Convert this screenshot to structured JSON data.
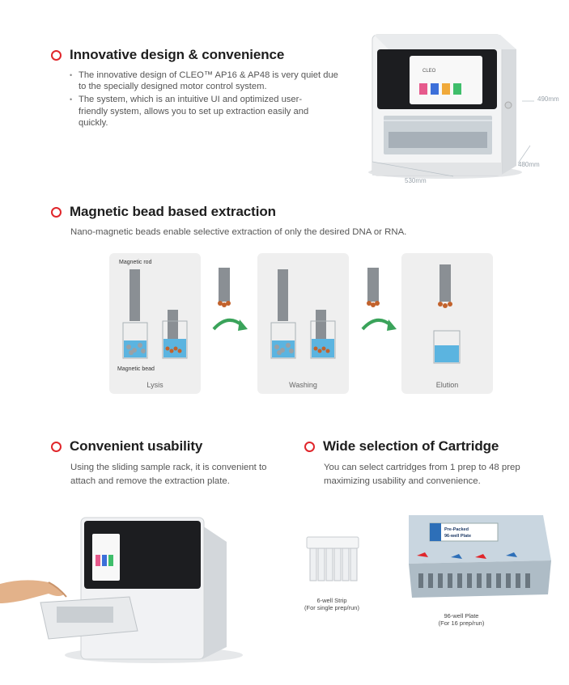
{
  "section1": {
    "title": "Innovative design & convenience",
    "bullets": [
      "The innovative design of CLEO™ AP16 & AP48 is very quiet due to the specially designed motor control system.",
      "The system, which is an intuitive UI and optimized user-friendly system, allows you to set up extraction easily and quickly."
    ],
    "dimensions": {
      "height": "490mm",
      "depth": "480mm",
      "width": "530mm"
    }
  },
  "section2": {
    "title": "Magnetic bead based extraction",
    "description": "Nano-magnetic beads enable selective extraction of only the desired DNA or RNA.",
    "rod_label": "Magnetic rod",
    "bead_label": "Magnetic bead",
    "steps": [
      "Lysis",
      "Washing",
      "Elution"
    ]
  },
  "section3": {
    "title": "Convenient usability",
    "description": "Using the sliding sample rack, it is convenient to attach and remove the extraction plate."
  },
  "section4": {
    "title": "Wide selection of Cartridge",
    "description": "You can select cartridges from 1 prep to 48 prep maximizing usability and convenience.",
    "strip_caption": [
      "6-well Strip",
      "(For single prep/run)"
    ],
    "plate_caption": [
      "96-well Plate",
      "(For 16 prep/run)"
    ],
    "plate_box_text": [
      "Pre-Packed",
      "96-well Plate"
    ]
  },
  "colors": {
    "accent": "#e0262b",
    "arrow": "#3aa35a",
    "liquid": "#5bb4e0",
    "panel": "#efefef"
  }
}
